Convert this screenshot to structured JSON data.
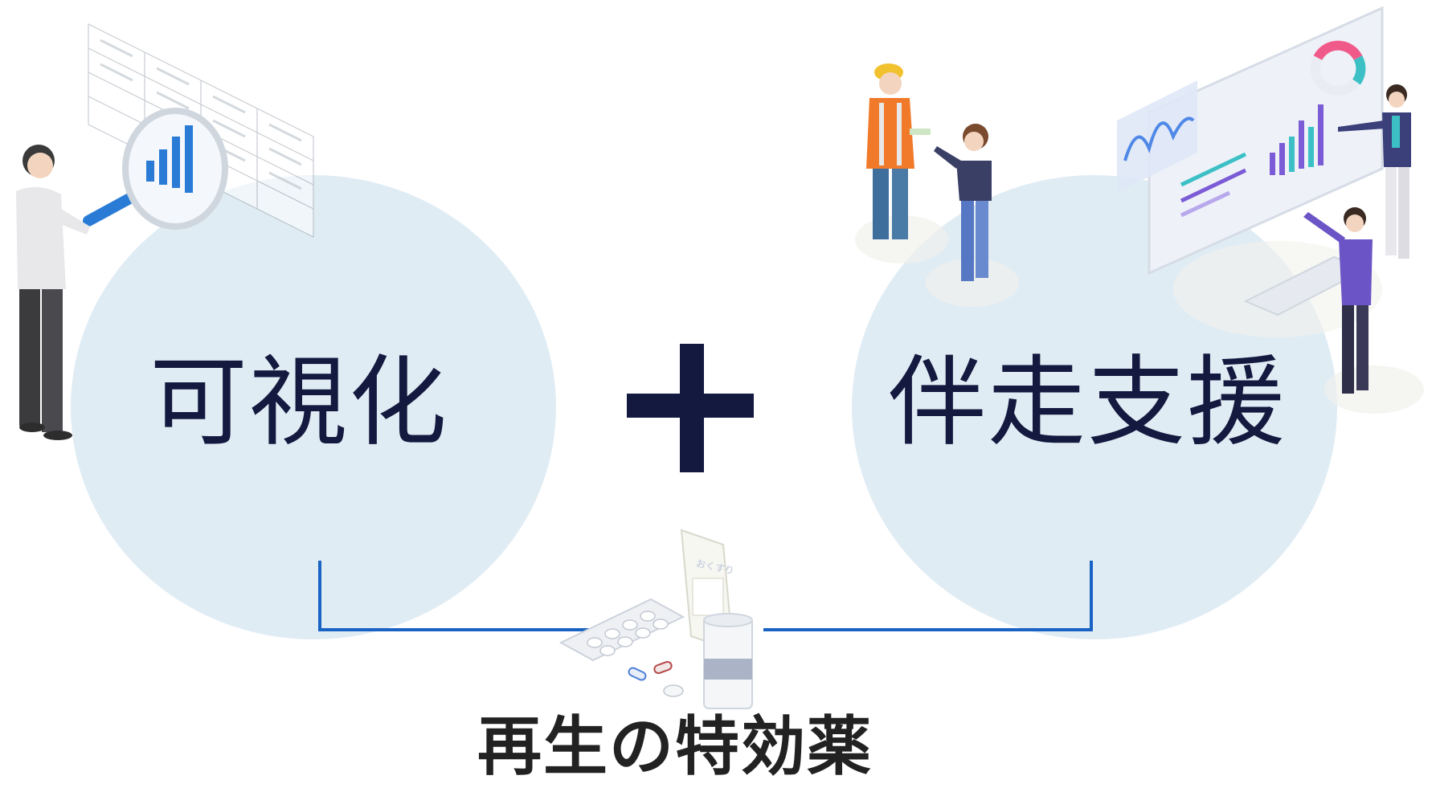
{
  "diagram": {
    "left_concept": "可視化",
    "operator": "+",
    "right_concept": "伴走支援",
    "result_caption": "再生の特効薬",
    "medicine_package_text": "おくすり"
  },
  "colors": {
    "circle_fill": "#e0ecf4",
    "concept_text": "#13193f",
    "bracket_line": "#1a63c4",
    "caption_text": "#222222"
  },
  "icons": {
    "left_illustration": "data-analysis-person-with-magnifier-icon",
    "top_middle_illustration": "worker-and-woman-consulting-icon",
    "top_right_illustration": "team-presenting-dashboard-monitor-icon",
    "bottom_illustration": "medicine-pills-and-package-icon"
  }
}
